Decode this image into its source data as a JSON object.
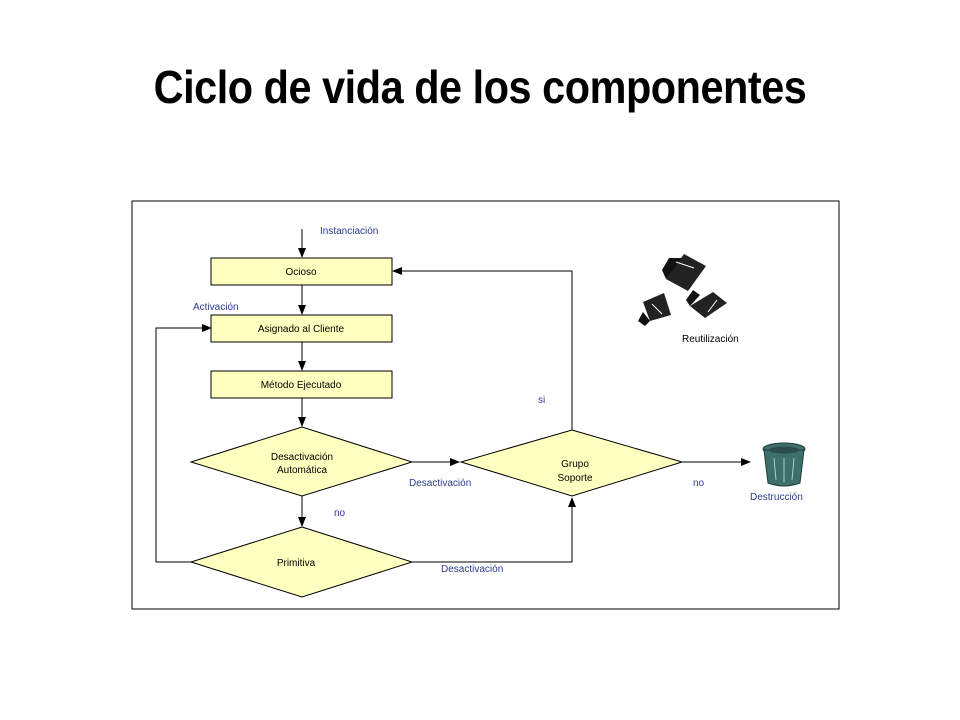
{
  "slide": {
    "title": "Ciclo de vida de los componentes"
  },
  "diagram": {
    "nodes": {
      "ocioso": "Ocioso",
      "asignado": "Asignado al Cliente",
      "metodo": "Método Ejecutado",
      "desactivacion_auto_line1": "Desactivación",
      "desactivacion_auto_line2": "Automática",
      "primitiva": "Primitiva",
      "grupo_line1": "Grupo",
      "grupo_line2": "Soporte"
    },
    "edge_labels": {
      "instanciacion": "Instanciación",
      "activacion": "Activación",
      "desactivacion_1": "Desactivación",
      "desactivacion_2": "Desactivación",
      "no_1": "no",
      "no_2": "no",
      "si": "si",
      "destruccion": "Destrucción"
    },
    "icons": {
      "recycle": "recycle-icon",
      "bin": "trash-bin-icon"
    },
    "icon_labels": {
      "reutilizacion": "Reutilización"
    },
    "colors": {
      "node_fill": "#ffffc0",
      "stroke": "#000000",
      "edge_label": "#2b3a8c",
      "bin_fill": "#3f6f6a"
    }
  }
}
